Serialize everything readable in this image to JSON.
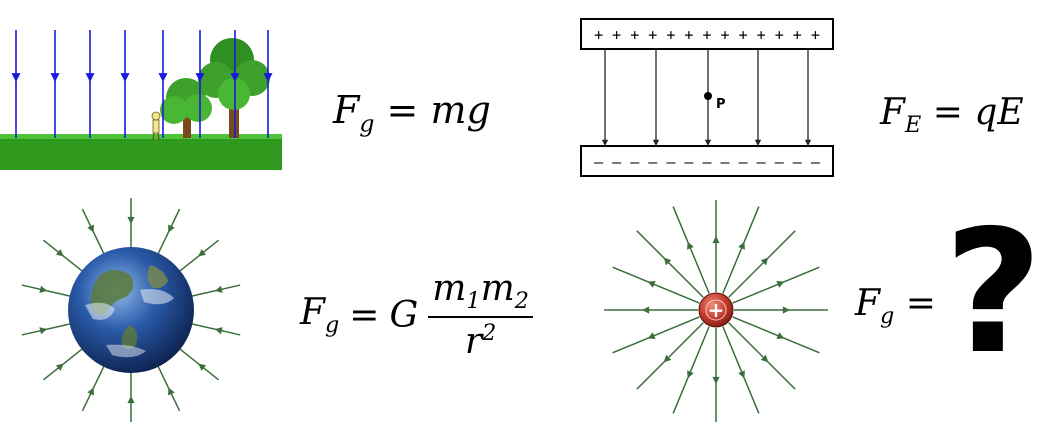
{
  "panels": {
    "gravity_uniform": {
      "equation": {
        "lhs_var": "F",
        "lhs_sub": "g",
        "equals": "=",
        "rhs": "mg"
      }
    },
    "electric_uniform": {
      "plate_top_signs": "+ + + + + + + + + + + + +",
      "plate_bottom_signs": "– – – – – – – – – – – – –",
      "point_label": "P",
      "equation": {
        "lhs_var": "F",
        "lhs_sub": "E",
        "equals": "=",
        "rhs": "qE"
      }
    },
    "gravity_radial": {
      "equation": {
        "lhs_var": "F",
        "lhs_sub": "g",
        "equals": "=",
        "const": "G",
        "num_m1": "m",
        "num_sub1": "1",
        "num_m2": "m",
        "num_sub2": "2",
        "den_var": "r",
        "den_sup": "2"
      }
    },
    "electric_radial": {
      "charge_symbol": "+",
      "equation": {
        "lhs_var": "F",
        "lhs_sub": "g",
        "equals": "=",
        "unknown": "?"
      }
    }
  },
  "colors": {
    "gravity_arrow": "#1a1adf",
    "ground": "#2f9a1e",
    "field_line": "#3b6e3b",
    "plate_arrow": "#222222",
    "charge": "#c0392b"
  }
}
